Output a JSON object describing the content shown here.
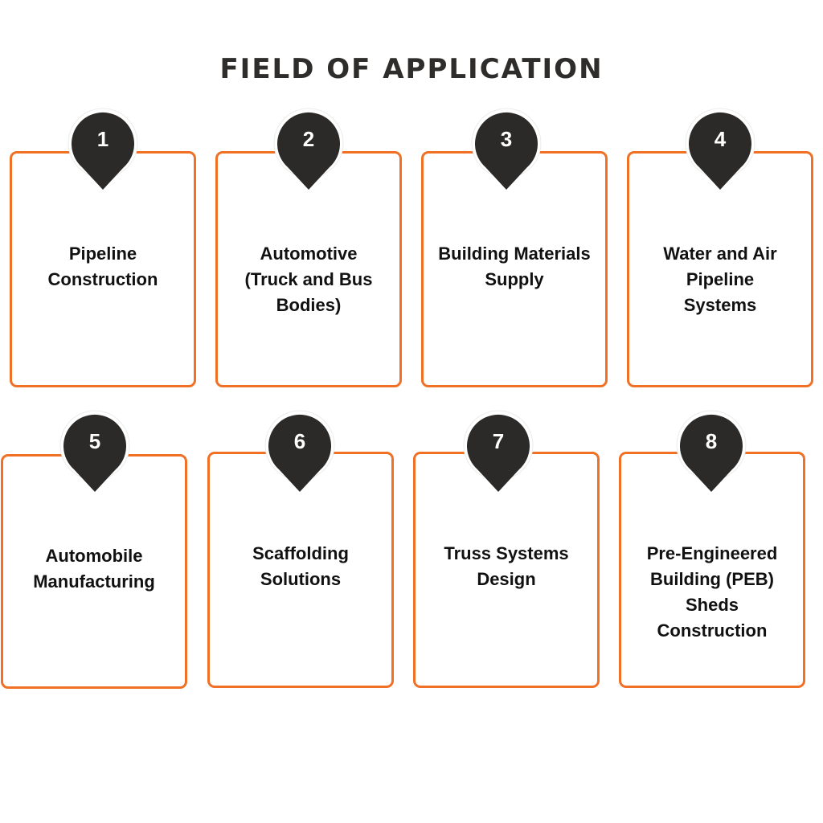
{
  "title": "FIELD OF APPLICATION",
  "colors": {
    "accent": "#f07025",
    "pin": "#2b2a28",
    "text": "#111111",
    "title": "#2e2d2b"
  },
  "items": [
    {
      "number": "1",
      "label": "Pipeline Construction"
    },
    {
      "number": "2",
      "label": "Automotive (Truck and Bus Bodies)"
    },
    {
      "number": "3",
      "label": "Building Materials Supply"
    },
    {
      "number": "4",
      "label": "Water and Air Pipeline Systems"
    },
    {
      "number": "5",
      "label": "Automobile Manufacturing"
    },
    {
      "number": "6",
      "label": "Scaffolding Solutions"
    },
    {
      "number": "7",
      "label": "Truss Systems Design"
    },
    {
      "number": "8",
      "label": "Pre-Engineered Building (PEB) Sheds Construction"
    }
  ]
}
